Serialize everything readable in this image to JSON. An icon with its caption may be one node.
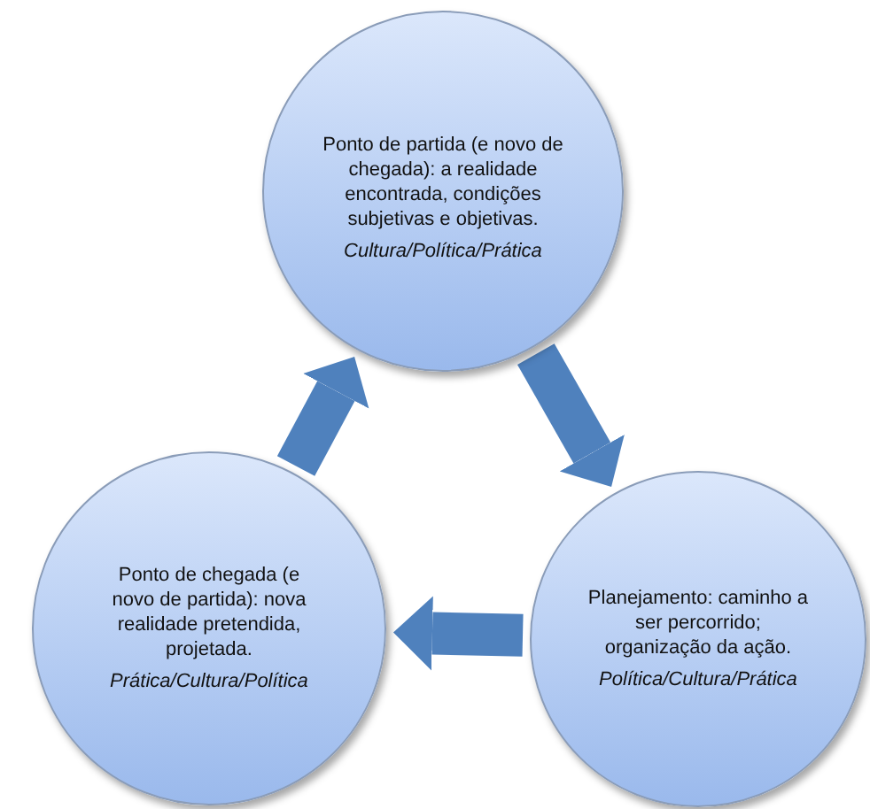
{
  "diagram": {
    "nodes": [
      {
        "text": [
          "Ponto de partida (e novo de chegada): a realidade encontrada, condições subjetivas e objetivas.",
          "Cultura/Política/Prática"
        ]
      },
      {
        "text": [
          "Planejamento: caminho a ser percorrido; organização da ação.",
          "Política/Cultura/Prática"
        ]
      },
      {
        "text": [
          "Ponto de chegada (e novo de partida): nova realidade pretendida, projetada.",
          "Prática/Cultura/Política"
        ]
      }
    ],
    "edges": [
      {
        "from": 0,
        "to": 1,
        "arrow": "to"
      },
      {
        "from": 1,
        "to": 2,
        "arrow": "to"
      },
      {
        "from": 2,
        "to": 0,
        "arrow": "to"
      }
    ]
  }
}
